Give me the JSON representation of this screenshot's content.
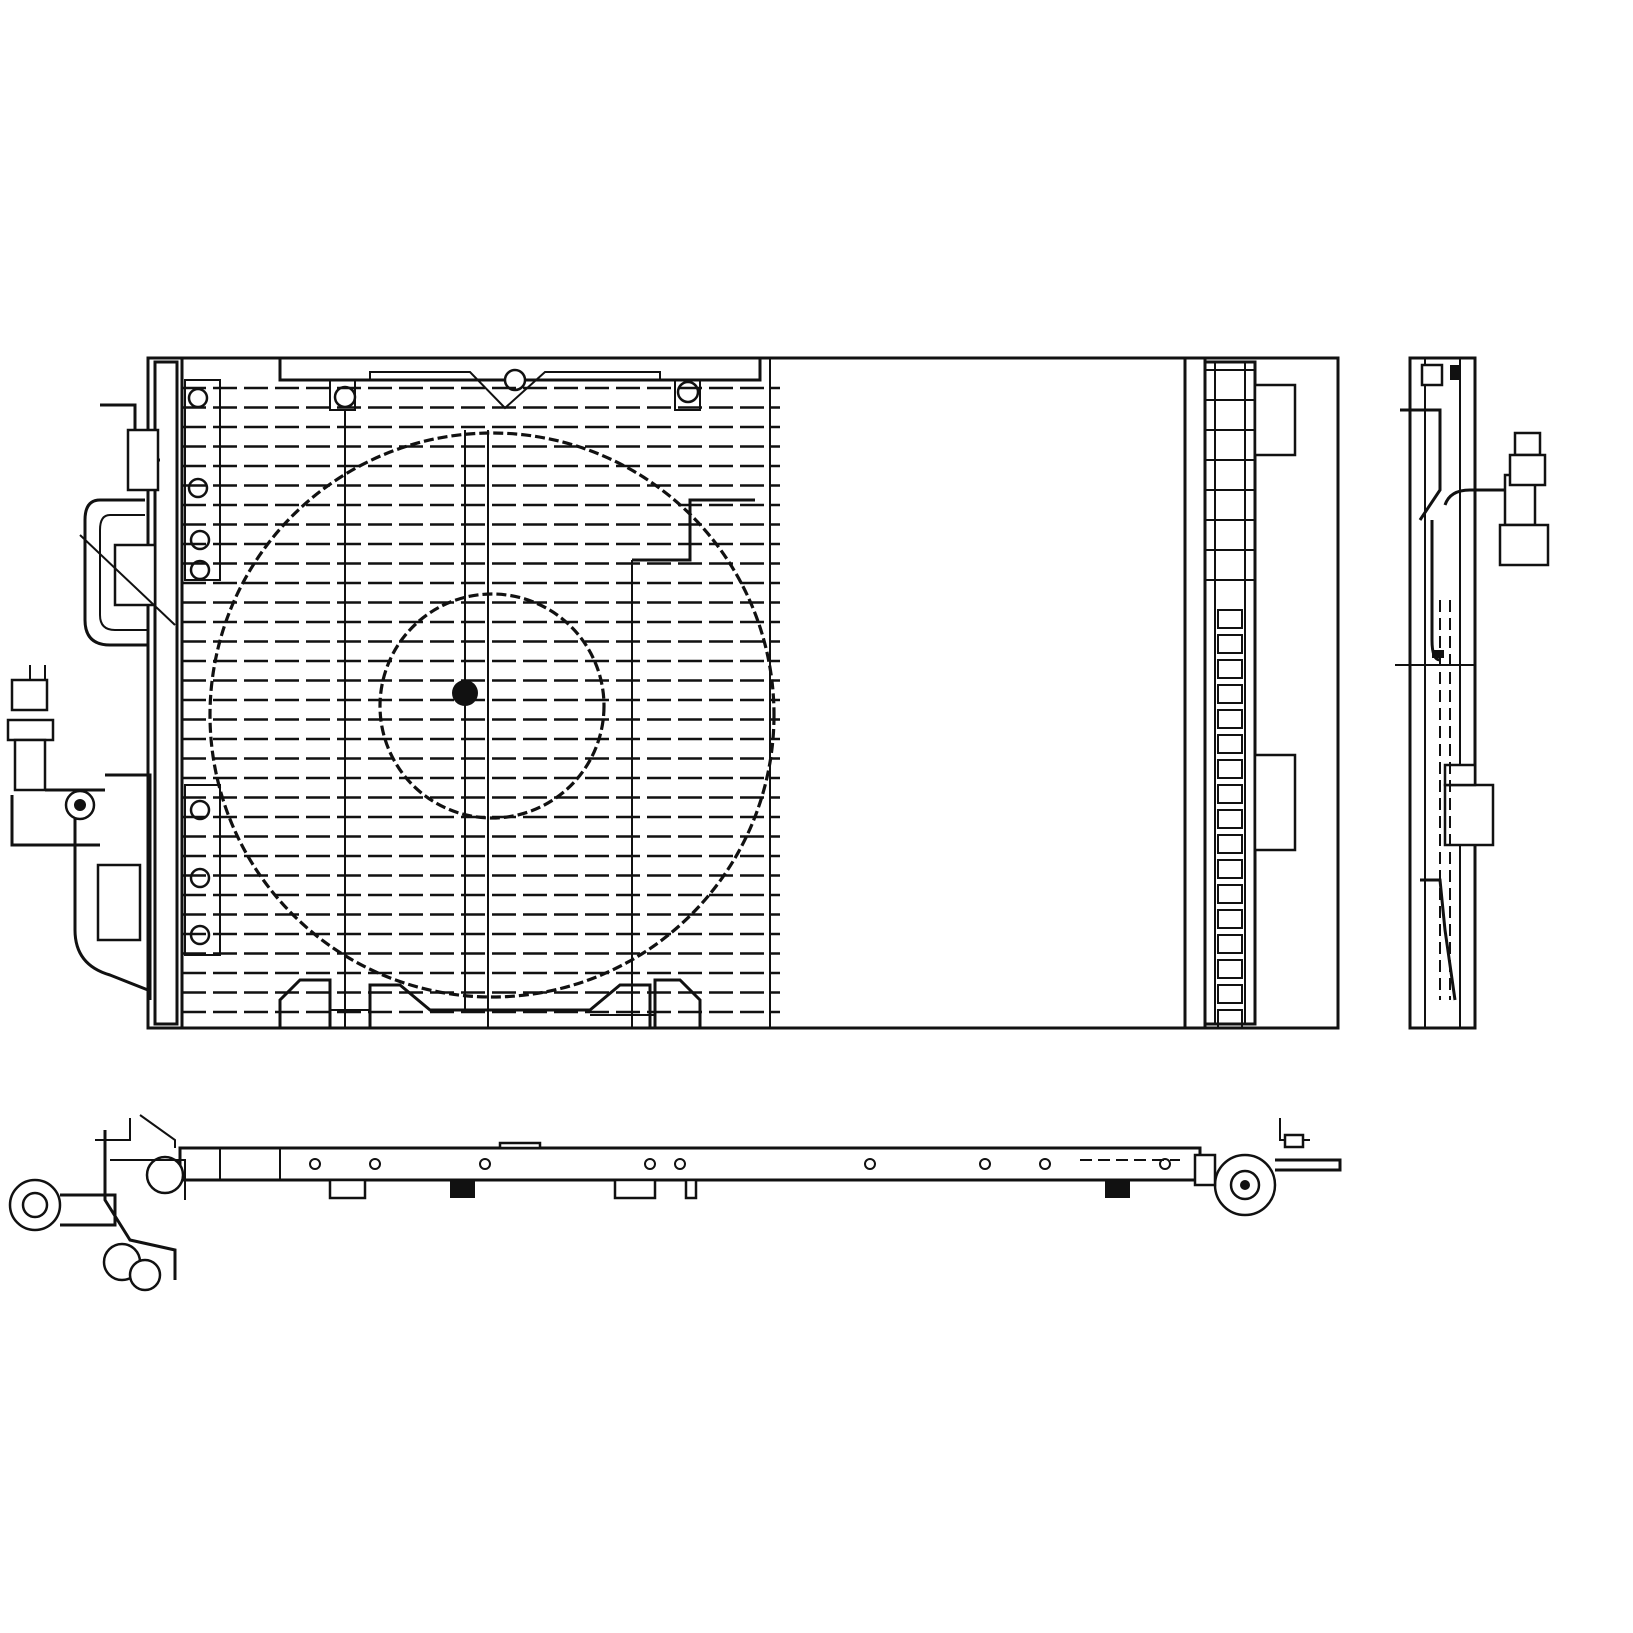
{
  "drawing": {
    "subject": "",
    "views": [
      {
        "id": "front-view",
        "label": ""
      },
      {
        "id": "side-view",
        "label": ""
      },
      {
        "id": "bottom-view",
        "label": ""
      }
    ],
    "colors": {
      "ink": "#111111",
      "background": "#ffffff"
    },
    "icons": [
      "fan-shroud-circle-icon",
      "hub-circle-icon",
      "mount-bolt-icon",
      "pipe-fitting-icon"
    ]
  }
}
